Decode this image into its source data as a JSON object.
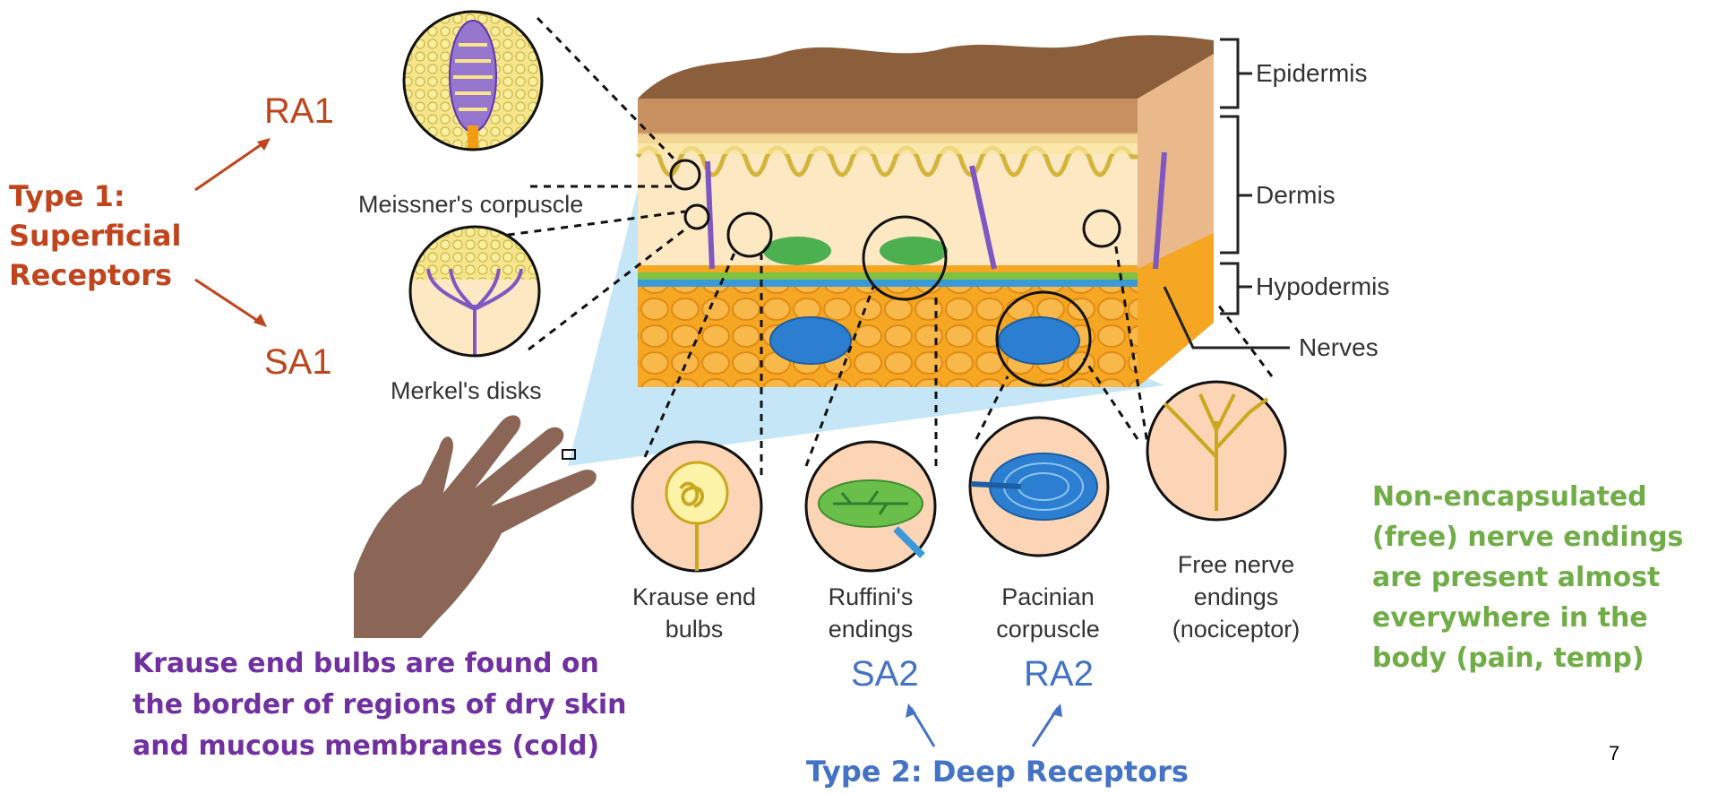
{
  "left": {
    "type1_line1": "Type 1:",
    "type1_line2": "Superficial",
    "type1_line3": "Receptors",
    "ra1": "RA1",
    "sa1": "SA1"
  },
  "skin_layers": {
    "epidermis": "Epidermis",
    "dermis": "Dermis",
    "hypodermis": "Hypodermis",
    "nerves": "Nerves"
  },
  "receptor_labels": {
    "meissner": "Meissner's corpuscle",
    "merkel": "Merkel's disks",
    "krause_1": "Krause end",
    "krause_2": "bulbs",
    "ruffini_1": "Ruffini's",
    "ruffini_2": "endings",
    "pacinian_1": "Pacinian",
    "pacinian_2": "corpuscle",
    "free_1": "Free nerve",
    "free_2": "endings",
    "free_3": "(nociceptor)"
  },
  "type2": {
    "sa2": "SA2",
    "ra2": "RA2",
    "title": "Type 2: Deep Receptors"
  },
  "notes": {
    "krause_1": "Krause end bulbs are found on",
    "krause_2": "the border of regions of dry skin",
    "krause_3": "and mucous membranes (cold)",
    "free_1": "Non-encapsulated",
    "free_2": "(free) nerve endings",
    "free_3": "are present almost",
    "free_4": "everywhere in the",
    "free_5": "body (pain, temp)"
  },
  "page_number": "7",
  "colors": {
    "type1": "#c0441c",
    "type2": "#4472c4",
    "krause_note": "#7030a0",
    "free_note": "#70ad47"
  }
}
